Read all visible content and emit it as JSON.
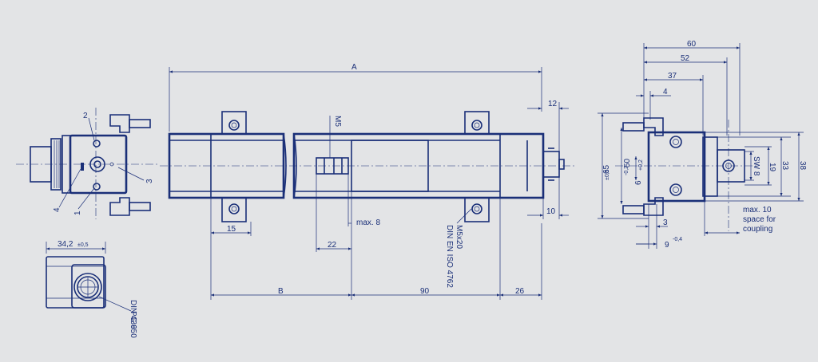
{
  "colors": {
    "background": "#e3e4e6",
    "line": "#1a2f78"
  },
  "main_view": {
    "overall_length": "A",
    "offset_length": "B",
    "dim_90": "90",
    "dim_26": "26",
    "dim_15": "15",
    "dim_22": "22",
    "max_8": "max. 8",
    "dim_12": "12",
    "dim_10": "10",
    "thread_m5": "M5",
    "screw_spec_1": "M5x20",
    "screw_spec_2": "DIN EN ISO 4762"
  },
  "left_view": {
    "callout_1": "1",
    "callout_2": "2",
    "callout_3": "3",
    "callout_4": "4"
  },
  "connector_view": {
    "width_value": "34,2",
    "width_tolerance": "±0,5",
    "gland_1": "PG 9",
    "gland_2": "DIN 43650"
  },
  "side_view": {
    "dim_60": "60",
    "dim_52": "52",
    "dim_37": "37",
    "dim_4": "4",
    "dim_65": "65",
    "tol_65": "±0,5",
    "dim_50": "50",
    "tol_50": "-0,2",
    "dim_6": "6",
    "tol_6": "+0,2",
    "sw8": "SW 8",
    "dim_19": "19",
    "dim_33": "33",
    "dim_38": "38",
    "dim_3": "3",
    "dim_9": "9",
    "tol_9": "-0,4",
    "note_line1": "max. 10",
    "note_line2": "space for",
    "note_line3": "coupling"
  }
}
